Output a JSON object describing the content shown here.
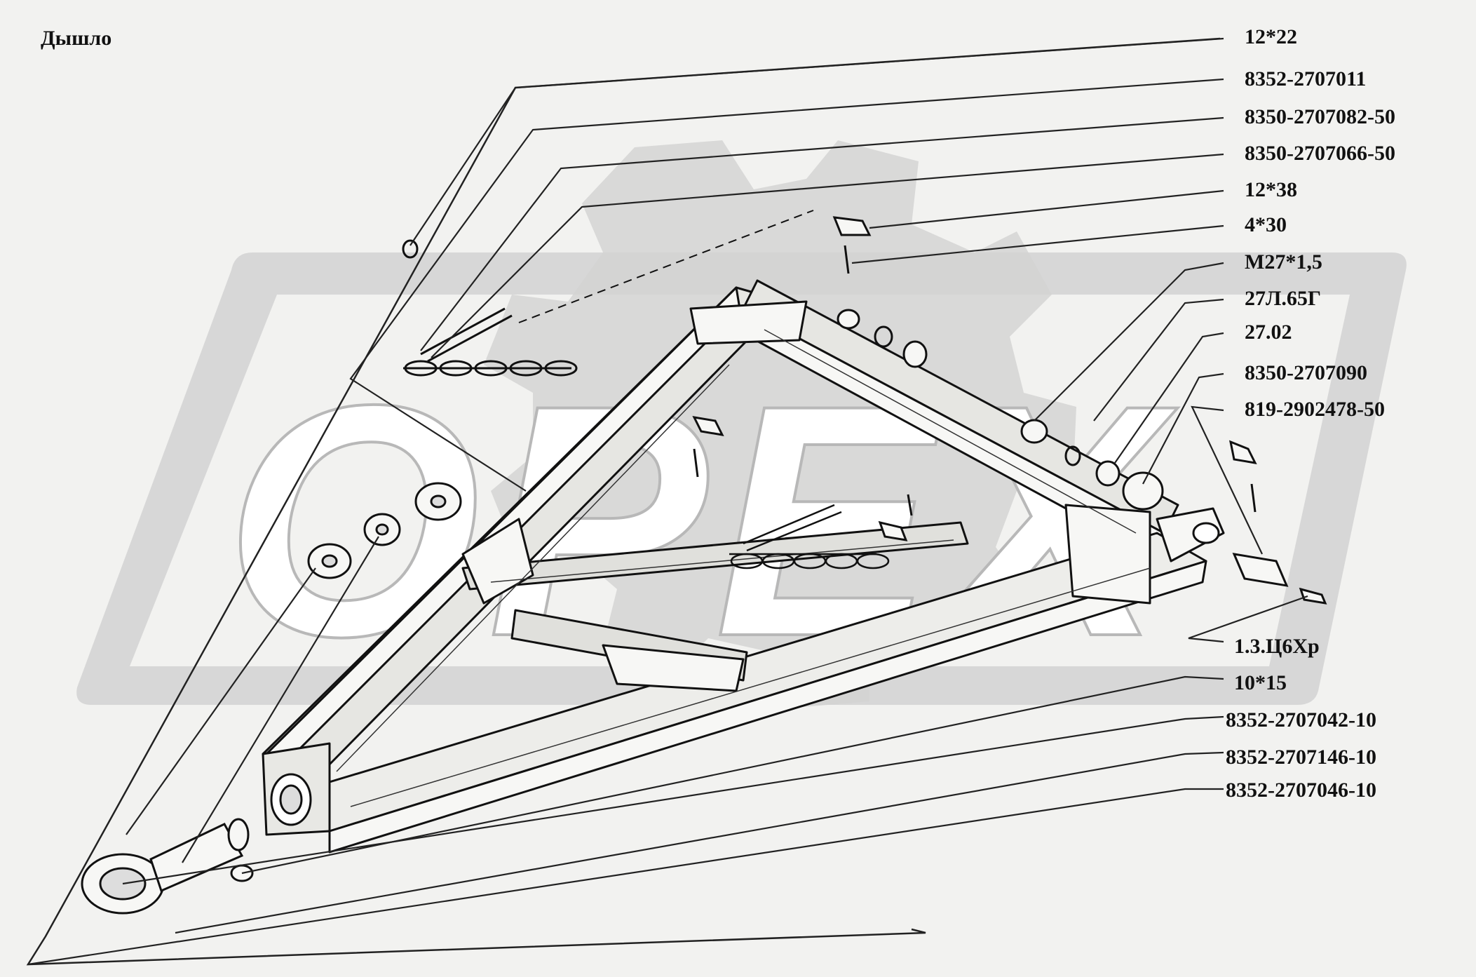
{
  "title": "Дышло",
  "watermark": {
    "text": "OPEX",
    "color": "#cfcfcf"
  },
  "parts": [
    {
      "id": "p01",
      "label": "12*22"
    },
    {
      "id": "p02",
      "label": "8352-2707011"
    },
    {
      "id": "p03",
      "label": "8350-2707082-50"
    },
    {
      "id": "p04",
      "label": "8350-2707066-50"
    },
    {
      "id": "p05",
      "label": "12*38"
    },
    {
      "id": "p06",
      "label": "4*30"
    },
    {
      "id": "p07",
      "label": "M27*1,5"
    },
    {
      "id": "p08",
      "label": "27Л.65Г"
    },
    {
      "id": "p09",
      "label": "27.02"
    },
    {
      "id": "p10",
      "label": "8350-2707090"
    },
    {
      "id": "p11",
      "label": "819-2902478-50"
    },
    {
      "id": "p12",
      "label": "1.3.Ц6Хр"
    },
    {
      "id": "p13",
      "label": "10*15"
    },
    {
      "id": "p14",
      "label": "8352-2707042-10"
    },
    {
      "id": "p15",
      "label": "8352-2707146-10"
    },
    {
      "id": "p16",
      "label": "8352-2707046-10"
    }
  ]
}
